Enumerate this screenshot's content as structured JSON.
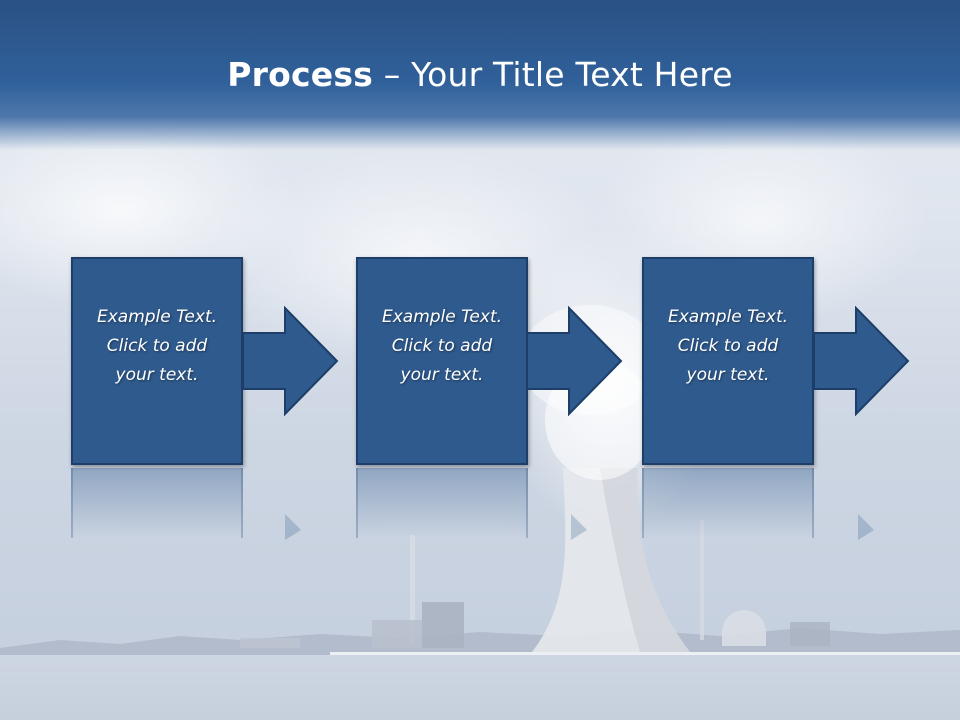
{
  "slide": {
    "title_bold": "Process",
    "title_rest": " – Your Title Text Here"
  },
  "steps": [
    {
      "line1": "Example Text.",
      "line2": "Click  to add",
      "line3": "your text."
    },
    {
      "line1": "Example Text.",
      "line2": "Click  to add",
      "line3": "your text."
    },
    {
      "line1": "Example Text.",
      "line2": "Click  to add",
      "line3": "your text."
    }
  ],
  "colors": {
    "header": "#2a5184",
    "box_fill": "#2f5a8d",
    "box_border": "#1d3e68",
    "text": "#ffffff"
  }
}
